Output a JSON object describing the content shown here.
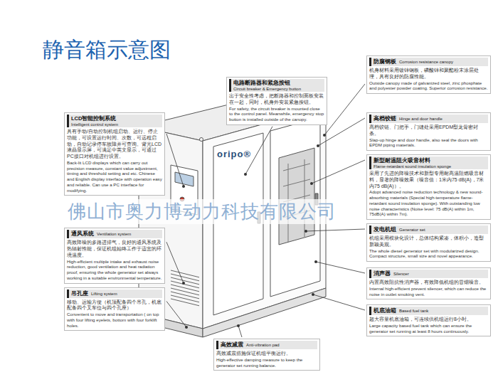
{
  "diagram": {
    "title": "静音箱示意图",
    "nodes": [
      {
        "text": [
          "防腐钢板",
          "Corrosion resistance canopy",
          "机身材料采用镀锌钢板，磷酸锌和聚酯粉末涂层处理，具有良好的防腐性能。",
          "Outside canopy made of galvanized steel, zinc phosphate and polyester powder coating. Superior corrosion resistance."
        ]
      },
      {
        "text": [
          "电路断路器和紧急按钮",
          "Circuit breaker & Emergency button",
          "出于安全性考虑，把断路器和控制面板安装在一起，同时，机身外安装紧急按钮。",
          "For safety, the circuit breaker is mounted close to the control panel. Meanwhile, emergency stop button is installed outside of the canopy."
        ]
      },
      {
        "text": [
          "LCD智能控制系统",
          "Intelligent control system",
          "具有手动/自动控制机组启动、运行、停止功能，可设置运行时间、次数，可远程启动，自动记录停车故障并可查询。背光LCD液晶显示屏，可满足中英文显示，可通过PC接口对机组进行设置。",
          "Back-lit LCD displays which can carry out precision measure, constant value adjustment, timing and threshold setting and etc. Chinese and English display interface with operation easy and reliable. Can use a PC interface for modifying."
        ]
      },
      {
        "text": [
          "高档铰链",
          "Hinge and door handle",
          "高档铰链、门把手，门缝处采用EPDM型龙骨密封条。",
          "Slap-up hinge and door handle, also seal the doors with EPDM piping materials."
        ]
      },
      {
        "text": [
          "新型耐温阻火吸音材料",
          "Flame-retardant sound insulation sponge",
          "采用了先进的降噪技术和新型专用耐高温阻燃吸音材料，显著的降噪效果（噪音值：1米内75 dB(A)，7米内75 dB(A)）。",
          "Adopt advanced noise reduction technology & new sound-absorbing materials (Special high-temperature flame-retardant sound insulation sponge). With outstanding low noise characteristics (Noise level: 75 dB(A) within 1m, 75dB(A) within 7m)."
        ]
      },
      {
        "text": [
          "发电机组",
          "Generator set",
          "机组采用模块化设计，总体结构紧凑，体积小，造型新颖美观。",
          "The whole diesel generator set with modularized design. Compact structure, small size and novel appearance."
        ]
      },
      {
        "text": [
          "通风系统",
          "Ventilation system",
          "高效降噪的多路进排气，良好的通风系统及热辐射性能，保证机组始终工作于适宜的环境温度。",
          "High-efficient multiple intake and exhaust noise reduction, good ventilation and heat radiation proof, ensuring the whole generator set always working in a suitable environmental temperature."
        ]
      },
      {
        "text": [
          "消声器",
          "Silencer",
          "内置高效阻抗性消声器，有效降低机组的冒烟噪音。",
          "Internal high-efficient prevent silencer, which can reduce the noise in outlet smoking vent."
        ]
      },
      {
        "text": [
          "吊孔座",
          "Lifting system",
          "移动、运输方便（机顶配备四个吊孔，机底配备四个叉车位与四个孔座）",
          "Convenient to move and transportation ( on top with four lifting eyelets, bottom with four forklift holes."
        ]
      },
      {
        "text": [
          "机底油箱",
          "Based fuel tank",
          "超大容量机底油箱，可连续供机组运行8小时。",
          "Large capacity based fuel tank which can ensure the generator set running at least 8 hours continuously."
        ]
      },
      {
        "text": [
          "高效减震",
          "Anti-vibration pad",
          "高效减震措施保证机组平衡运行。",
          "High-effective damping measure to keep the generator set running balance."
        ]
      }
    ],
    "labels": [
      "oripo®",
      "佛山市奥力博动力科技有限公司"
    ]
  }
}
